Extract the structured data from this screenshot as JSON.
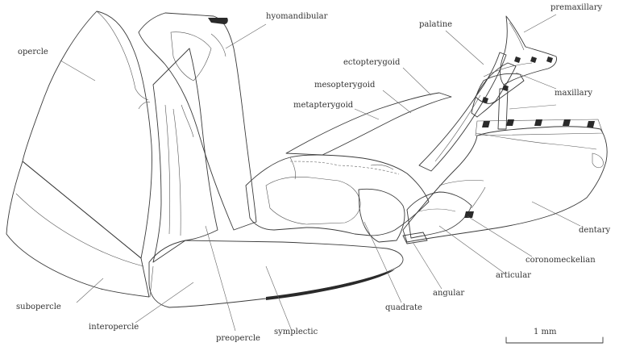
{
  "labels": {
    "opercle": "opercle",
    "hyomandibular": "hyomandibular",
    "palatine": "palatine",
    "premaxillary": "premaxillary",
    "ectopterygoid": "ectopterygoid",
    "mesopterygoid": "mesopterygoid",
    "metapterygoid": "metapterygoid",
    "maxillary": "maxillary",
    "dentary": "dentary",
    "coronomeckelian": "coronomeckelian",
    "articular": "articular",
    "angular": "angular",
    "quadrate": "quadrate",
    "symplectic": "symplectic",
    "preopercle": "preopercle",
    "interopercle": "interopercle",
    "subopercle": "subopercle"
  },
  "scale_bar": {
    "label": "1 mm"
  }
}
